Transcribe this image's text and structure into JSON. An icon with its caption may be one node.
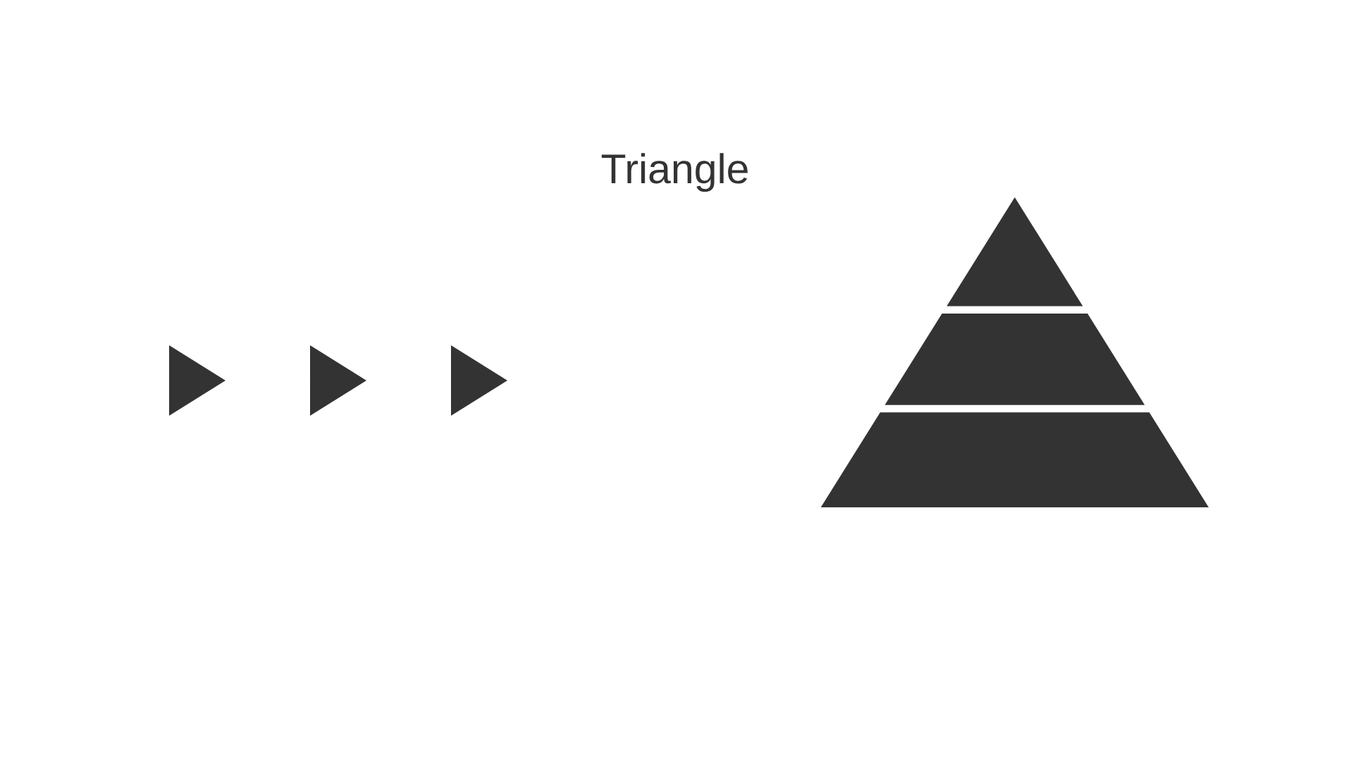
{
  "diagram": {
    "title": "Triangle",
    "nodes": [
      {
        "text": [],
        "shape": "triangle"
      },
      {
        "text": [],
        "shape": "triangle"
      },
      {
        "text": [],
        "shape": "triangle"
      },
      {
        "text": [],
        "shape": "triangle"
      },
      {
        "text": [],
        "shape": "trapezoid"
      },
      {
        "text": [],
        "shape": "trapezoid"
      }
    ]
  }
}
